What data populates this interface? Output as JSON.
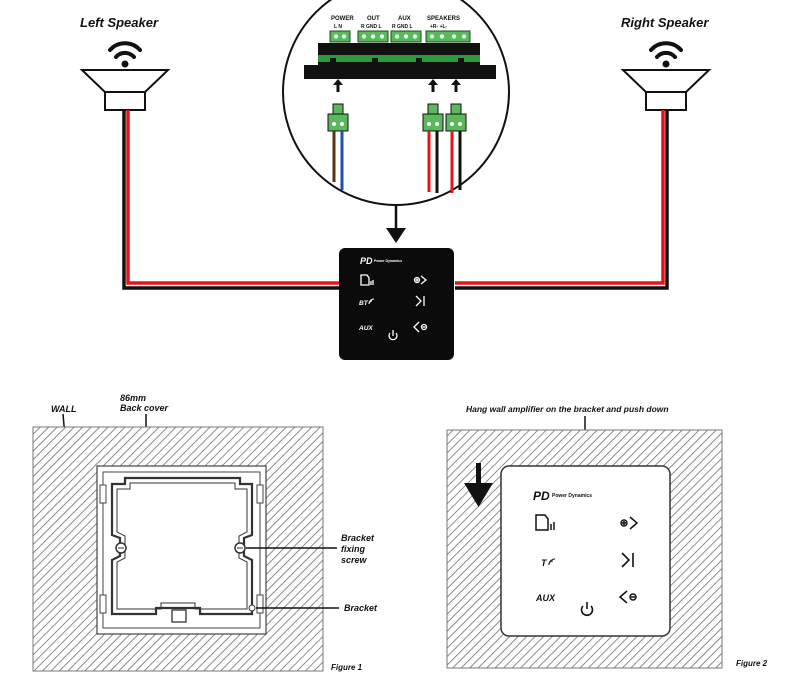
{
  "labels": {
    "left_speaker": "Left Speaker",
    "right_speaker": "Right Speaker",
    "power": "POWER",
    "power_pins": "L   N",
    "out": "OUT",
    "out_pins": "R  GND  L",
    "aux": "AUX",
    "aux_pins": "R  GND  L",
    "speakers": "SPEAKERS",
    "speakers_pins": "+R-  +L-",
    "wall": "WALL",
    "back_cover_line1": "86mm",
    "back_cover_line2": "Back cover",
    "bracket_fixing_line1": "Bracket",
    "bracket_fixing_line2": "fixing",
    "bracket_fixing_line3": "screw",
    "bracket": "Bracket",
    "figure1": "Figure 1",
    "hang_instruction": "Hang wall amplifier on the bracket and push down",
    "figure2": "Figure 2"
  },
  "panel": {
    "brand_logo": "Power Dynamics",
    "bt_label": "BT",
    "aux_label": "AUX"
  },
  "icons": {
    "speaker": "speaker-icon",
    "wifi": "wifi-waves-icon",
    "source": "source-icon",
    "volume_up": "volume-up-icon",
    "play_pause": "play-pause-icon",
    "volume_down": "volume-down-icon",
    "power": "power-icon",
    "bluetooth": "bluetooth-icon",
    "arrow": "arrow-down-icon"
  },
  "colors": {
    "wire_red": "#e0161b",
    "wire_black": "#111111",
    "wire_blue": "#1f4fb3",
    "wire_brown": "#5a3418",
    "terminal_green": "#5cb85c",
    "panel_black": "#0b0b0b"
  }
}
